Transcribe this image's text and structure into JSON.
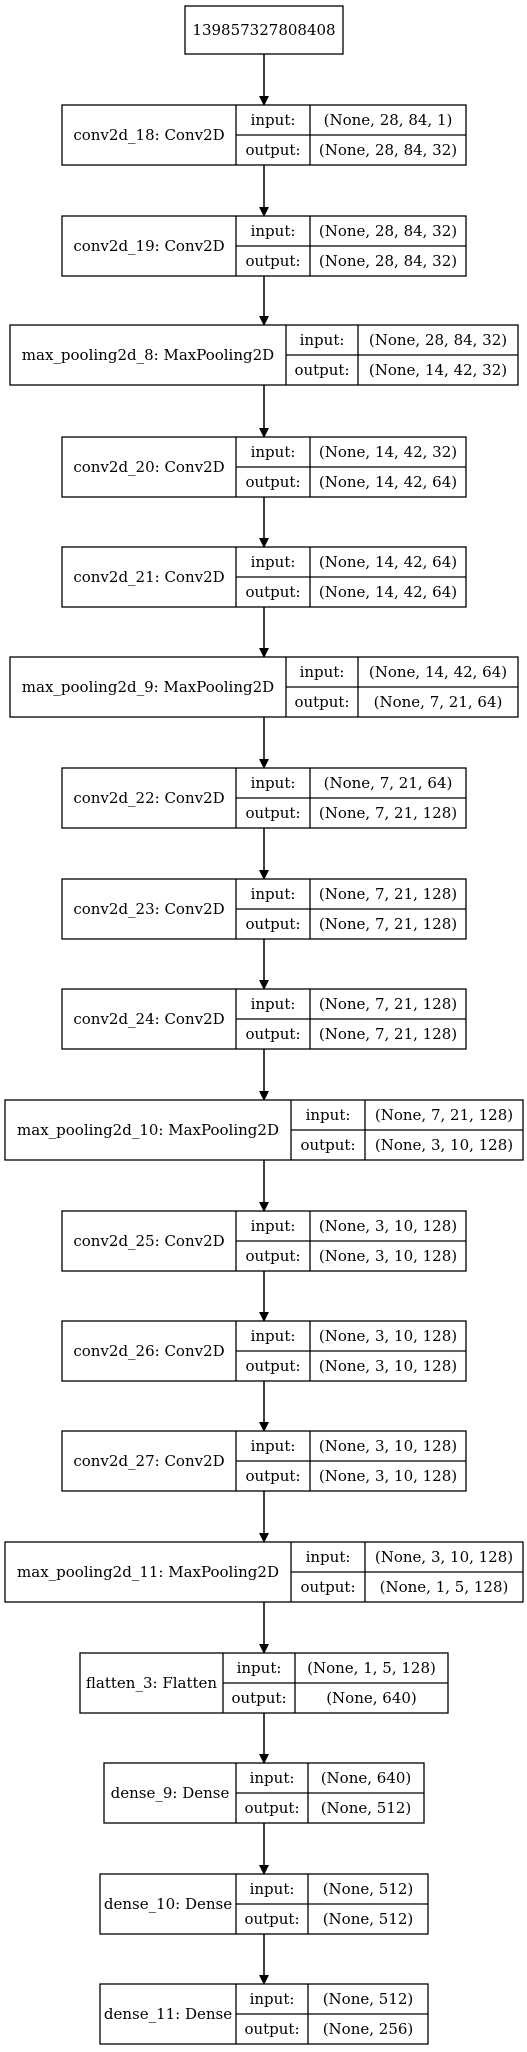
{
  "root": {
    "label": "139857327808408"
  },
  "io_labels": {
    "input": "input:",
    "output": "output:"
  },
  "layers": [
    {
      "name": "conv2d_18: Conv2D",
      "input": "(None, 28, 84, 1)",
      "output": "(None, 28, 84, 32)"
    },
    {
      "name": "conv2d_19: Conv2D",
      "input": "(None, 28, 84, 32)",
      "output": "(None, 28, 84, 32)"
    },
    {
      "name": "max_pooling2d_8: MaxPooling2D",
      "input": "(None, 28, 84, 32)",
      "output": "(None, 14, 42, 32)"
    },
    {
      "name": "conv2d_20: Conv2D",
      "input": "(None, 14, 42, 32)",
      "output": "(None, 14, 42, 64)"
    },
    {
      "name": "conv2d_21: Conv2D",
      "input": "(None, 14, 42, 64)",
      "output": "(None, 14, 42, 64)"
    },
    {
      "name": "max_pooling2d_9: MaxPooling2D",
      "input": "(None, 14, 42, 64)",
      "output": "(None, 7, 21, 64)"
    },
    {
      "name": "conv2d_22: Conv2D",
      "input": "(None, 7, 21, 64)",
      "output": "(None, 7, 21, 128)"
    },
    {
      "name": "conv2d_23: Conv2D",
      "input": "(None, 7, 21, 128)",
      "output": "(None, 7, 21, 128)"
    },
    {
      "name": "conv2d_24: Conv2D",
      "input": "(None, 7, 21, 128)",
      "output": "(None, 7, 21, 128)"
    },
    {
      "name": "max_pooling2d_10: MaxPooling2D",
      "input": "(None, 7, 21, 128)",
      "output": "(None, 3, 10, 128)"
    },
    {
      "name": "conv2d_25: Conv2D",
      "input": "(None, 3, 10, 128)",
      "output": "(None, 3, 10, 128)"
    },
    {
      "name": "conv2d_26: Conv2D",
      "input": "(None, 3, 10, 128)",
      "output": "(None, 3, 10, 128)"
    },
    {
      "name": "conv2d_27: Conv2D",
      "input": "(None, 3, 10, 128)",
      "output": "(None, 3, 10, 128)"
    },
    {
      "name": "max_pooling2d_11: MaxPooling2D",
      "input": "(None, 3, 10, 128)",
      "output": "(None, 1, 5, 128)"
    },
    {
      "name": "flatten_3: Flatten",
      "input": "(None, 1, 5, 128)",
      "output": "(None, 640)"
    },
    {
      "name": "dense_9: Dense",
      "input": "(None, 640)",
      "output": "(None, 512)"
    },
    {
      "name": "dense_10: Dense",
      "input": "(None, 512)",
      "output": "(None, 512)"
    },
    {
      "name": "dense_11: Dense",
      "input": "(None, 512)",
      "output": "(None, 256)"
    }
  ]
}
